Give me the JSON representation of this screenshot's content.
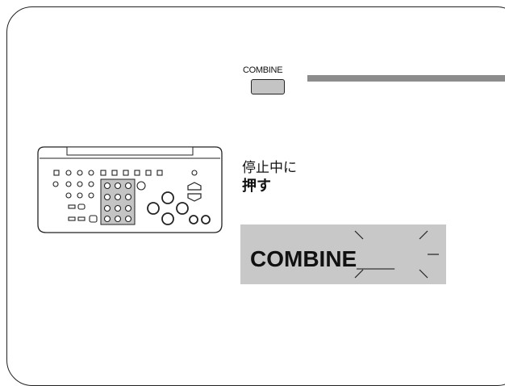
{
  "button": {
    "label": "COMBINE",
    "key_color": "#c4c4c4",
    "leader_color": "#8c8c8c"
  },
  "instruction": {
    "line1": "停止中に",
    "line2": "押す"
  },
  "display": {
    "text": "COMBINE___",
    "background": "#c8c8c8"
  },
  "icons": {
    "remote": "remote-control-icon",
    "blink": "blinking-cursor-icon"
  }
}
